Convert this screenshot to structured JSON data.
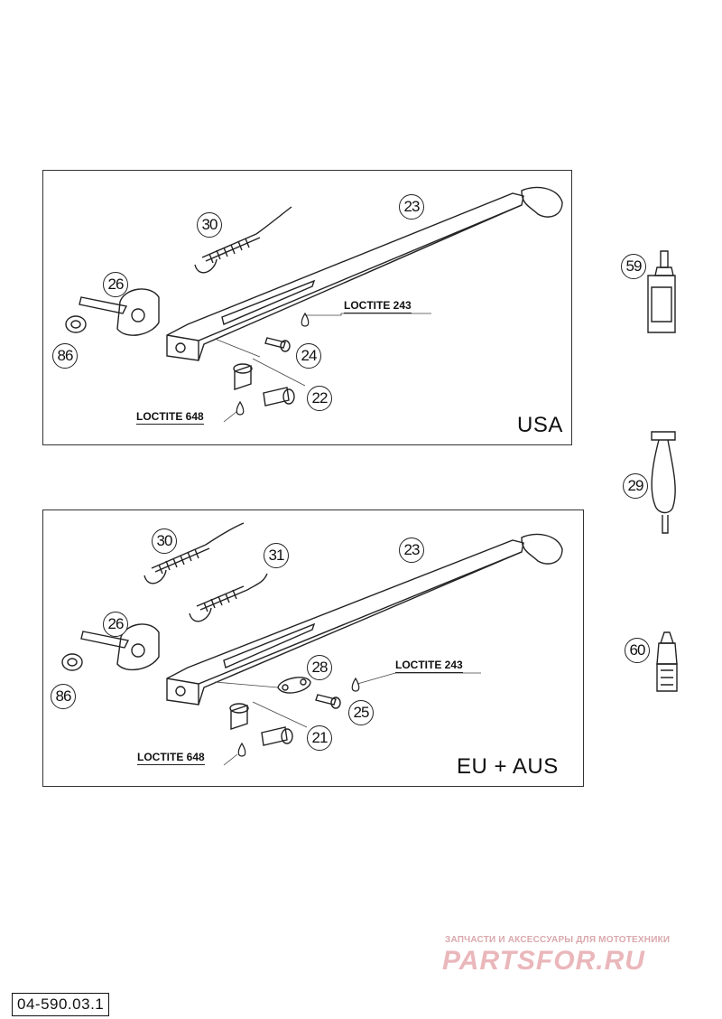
{
  "panels": {
    "usa": {
      "region": "USA",
      "loctite_a": "LOCTITE 243",
      "loctite_b": "LOCTITE 648",
      "callouts": {
        "spring": "30",
        "stand": "23",
        "pivot": "26",
        "nut": "86",
        "bolt_small": "24",
        "bushing": "22"
      }
    },
    "eu": {
      "region": "EU + AUS",
      "loctite_a": "LOCTITE 243",
      "loctite_b": "LOCTITE 648",
      "callouts": {
        "spring_a": "30",
        "spring_b": "31",
        "stand": "23",
        "pivot": "26",
        "nut": "86",
        "plate": "28",
        "bolt_small": "25",
        "bushing": "21"
      }
    }
  },
  "side_parts": {
    "bottle": "59",
    "tool": "29",
    "tube": "60"
  },
  "footer": {
    "part_number": "04-590.03.1"
  },
  "watermark": {
    "tagline": "ЗАПЧАСТИ И АКСЕССУАРЫ ДЛЯ МОТОТЕХНИКИ",
    "brand": "PARTSFOR.RU"
  }
}
